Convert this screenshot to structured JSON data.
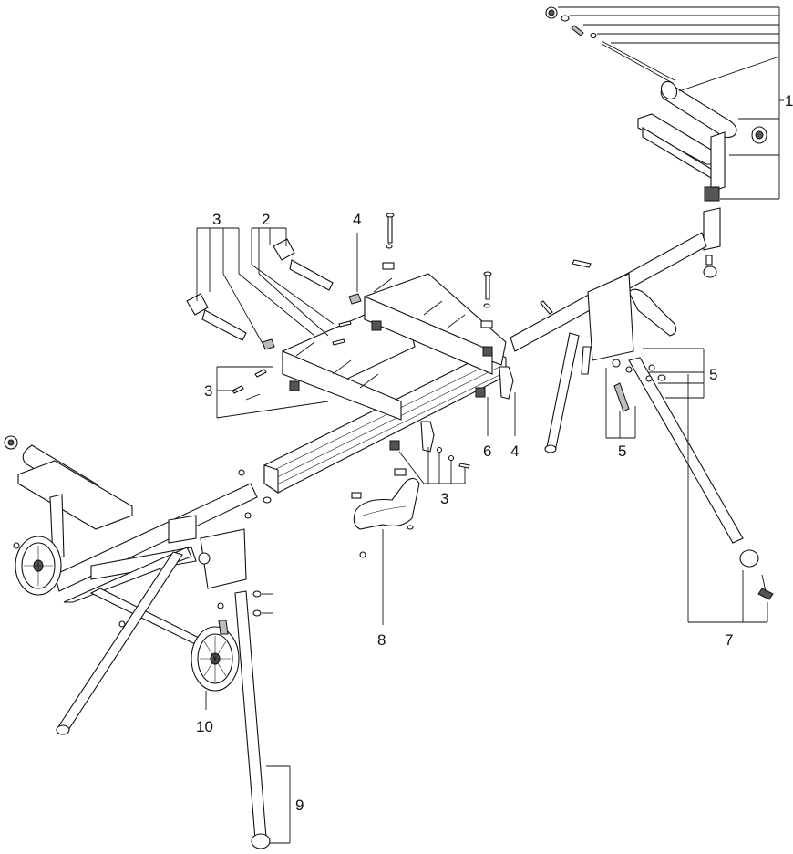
{
  "callouts": {
    "c1": "1",
    "c2": "2",
    "c3a": "3",
    "c3b": "3",
    "c3c": "3",
    "c4a": "4",
    "c4b": "4",
    "c5a": "5",
    "c5b": "5",
    "c6": "6",
    "c7": "7",
    "c8": "8",
    "c9": "9",
    "c10": "10"
  }
}
